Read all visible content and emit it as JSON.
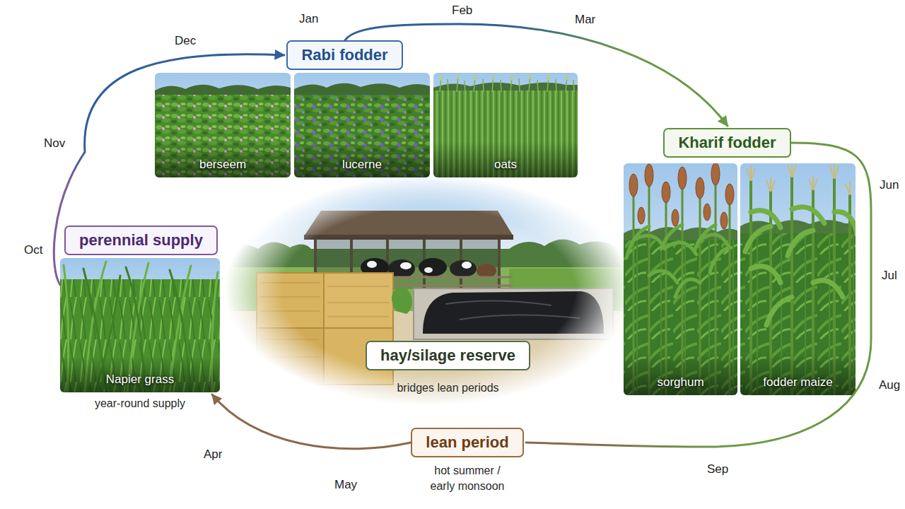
{
  "diagram": {
    "nodes": [
      {
        "text": [
          "Rabi fodder"
        ]
      },
      {
        "text": [
          "berseem"
        ]
      },
      {
        "text": [
          "lucerne"
        ]
      },
      {
        "text": [
          "oats"
        ]
      },
      {
        "text": [
          "Kharif fodder"
        ]
      },
      {
        "text": [
          "sorghum"
        ]
      },
      {
        "text": [
          "fodder maize"
        ]
      },
      {
        "text": [
          "perennial supply"
        ]
      },
      {
        "text": [
          "Napier grass",
          "year-round supply"
        ]
      },
      {
        "text": [
          "hay/silage reserve",
          "bridges lean periods"
        ]
      },
      {
        "text": [
          "lean period",
          "hot summer / early monsoon"
        ]
      }
    ],
    "edges": [
      {
        "from": 0,
        "to": 4,
        "arrow": "to"
      },
      {
        "from": 4,
        "to": 10,
        "arrow": "none"
      },
      {
        "from": 10,
        "to": 8,
        "arrow": "to"
      },
      {
        "from": 8,
        "to": 0,
        "arrow": "to"
      }
    ],
    "labels": [
      "Jan",
      "Feb",
      "Mar",
      "Dec",
      "Nov",
      "Oct",
      "Jun",
      "Jul",
      "Aug",
      "Sep",
      "May",
      "Apr"
    ]
  }
}
